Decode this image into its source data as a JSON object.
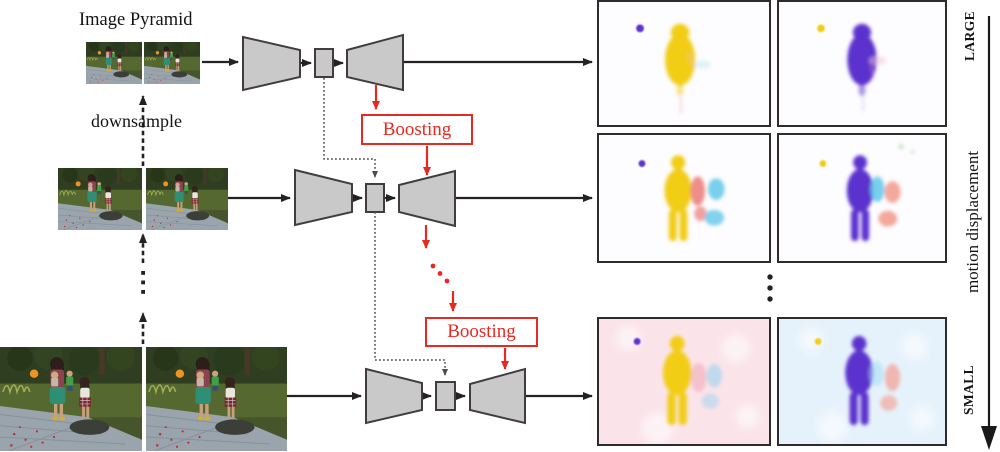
{
  "diagram": {
    "title": "Image Pyramid",
    "downsample_label": "downsample",
    "boosting_top_label": "Boosting",
    "boosting_bottom_label": "Boosting"
  },
  "axis": {
    "large_label": "LARGE",
    "displacement_label": "motion displacement",
    "small_label": "SMALL"
  },
  "colors": {
    "accent_red": "#e62a22",
    "line_dark": "#252021",
    "shape_fill": "#c9c9c9",
    "shape_stroke": "#423c3d",
    "panel_border": "#2f2b2c",
    "flow_yellow": "#f2cd17",
    "flow_purple": "#5c30ce",
    "flow_red": "#ea7b76",
    "flow_cyan": "#62c8ea",
    "flow_salmon": "#f19384",
    "flow_pink_bg": "#fae4ea",
    "flow_blue_bg": "#e6f2fb"
  }
}
